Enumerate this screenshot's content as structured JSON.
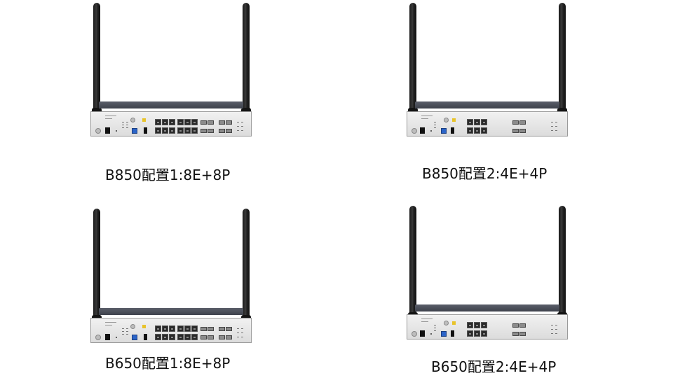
{
  "labels": {
    "top_left": "B850配置1:8E+8P",
    "top_right": "B850配置2:4E+4P",
    "bottom_left": "B650配置1:8E+8P",
    "bottom_right": "B650配置2:4E+4P"
  }
}
